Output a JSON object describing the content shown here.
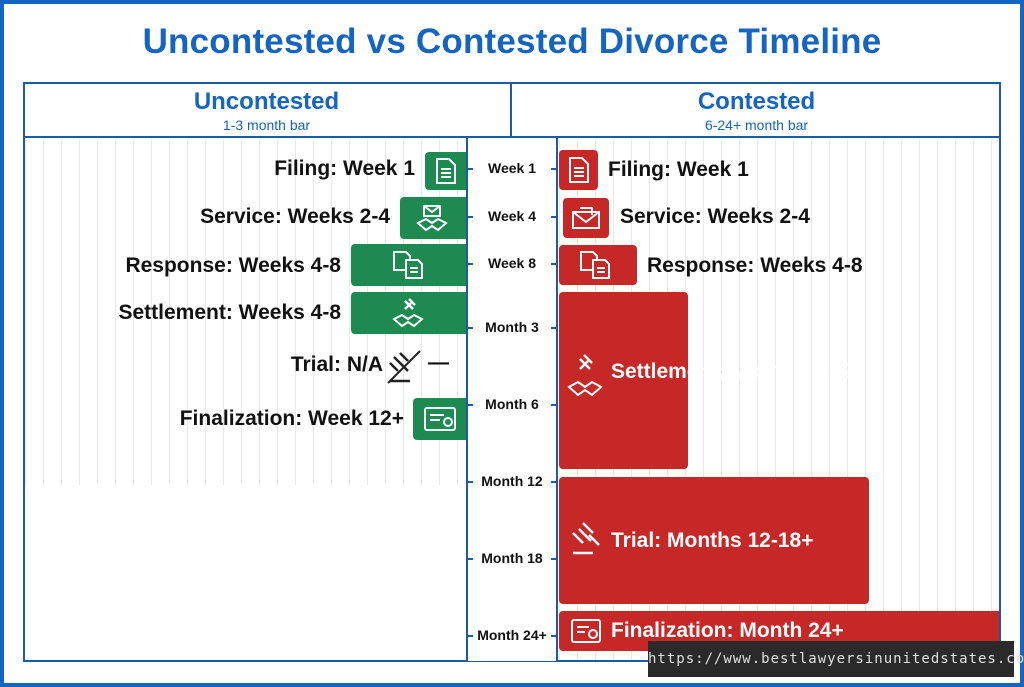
{
  "title": "Uncontested vs Contested Divorce Timeline",
  "uncontested": {
    "heading": "Uncontested",
    "subheading": "1-3 month bar",
    "steps": [
      {
        "label": "Filing: Week 1",
        "icon": "document-icon"
      },
      {
        "label": "Service: Weeks 2-4",
        "icon": "handshake-envelope-icon"
      },
      {
        "label": "Response: Weeks 4-8",
        "icon": "documents-icon"
      },
      {
        "label": "Settlement: Weeks 4-8",
        "icon": "gavel-handshake-icon"
      },
      {
        "label": "Trial: N/A",
        "icon": "crossed-gavel-icon",
        "mark": "—"
      },
      {
        "label": "Finalization: Week 12+",
        "icon": "certificate-icon"
      }
    ]
  },
  "contested": {
    "heading": "Contested",
    "subheading": "6-24+ month bar",
    "steps": [
      {
        "label": "Filing: Week 1",
        "icon": "document-icon"
      },
      {
        "label": "Service: Weeks 2-4",
        "icon": "envelope-icon"
      },
      {
        "label": "Response: Weeks 4-8",
        "icon": "documents-icon"
      },
      {
        "label": "Settlement: Months 2-12",
        "icon": "gavel-handshake-icon"
      },
      {
        "label": "Trial: Months 12-18+",
        "icon": "gavel-icon"
      },
      {
        "label": "Finalization: Month 24+",
        "icon": "certificate-icon"
      }
    ]
  },
  "axis_ticks": [
    "Week 1",
    "Week 4",
    "Week 8",
    "Month 3",
    "Month 6",
    "Month 12",
    "Month 18",
    "Month 24+"
  ],
  "watermark": "https://www.bestlawyersinunitedstates.com/",
  "colors": {
    "title": "#1565c0",
    "uncontested": "#1e8a52",
    "contested": "#c62828",
    "border": "#1f5aa6"
  }
}
